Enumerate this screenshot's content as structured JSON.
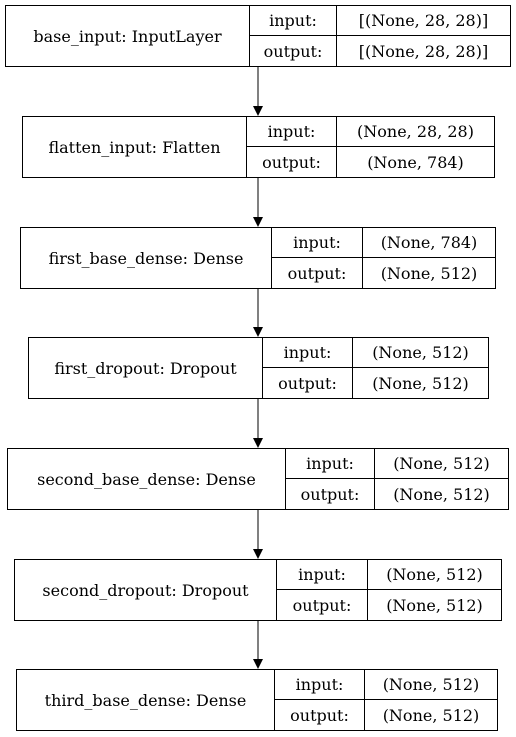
{
  "nodes": [
    {
      "name": "base_input: InputLayer",
      "input_label": "input:",
      "input_value": "[(None, 28, 28)]",
      "output_label": "output:",
      "output_value": "[(None, 28, 28)]"
    },
    {
      "name": "flatten_input: Flatten",
      "input_label": "input:",
      "input_value": "(None, 28, 28)",
      "output_label": "output:",
      "output_value": "(None, 784)"
    },
    {
      "name": "first_base_dense: Dense",
      "input_label": "input:",
      "input_value": "(None, 784)",
      "output_label": "output:",
      "output_value": "(None, 512)"
    },
    {
      "name": "first_dropout: Dropout",
      "input_label": "input:",
      "input_value": "(None, 512)",
      "output_label": "output:",
      "output_value": "(None, 512)"
    },
    {
      "name": "second_base_dense: Dense",
      "input_label": "input:",
      "input_value": "(None, 512)",
      "output_label": "output:",
      "output_value": "(None, 512)"
    },
    {
      "name": "second_dropout: Dropout",
      "input_label": "input:",
      "input_value": "(None, 512)",
      "output_label": "output:",
      "output_value": "(None, 512)"
    },
    {
      "name": "third_base_dense: Dense",
      "input_label": "input:",
      "input_value": "(None, 512)",
      "output_label": "output:",
      "output_value": "(None, 512)"
    }
  ],
  "colors": {
    "border": "#000000",
    "background": "#ffffff",
    "text": "#000000"
  }
}
